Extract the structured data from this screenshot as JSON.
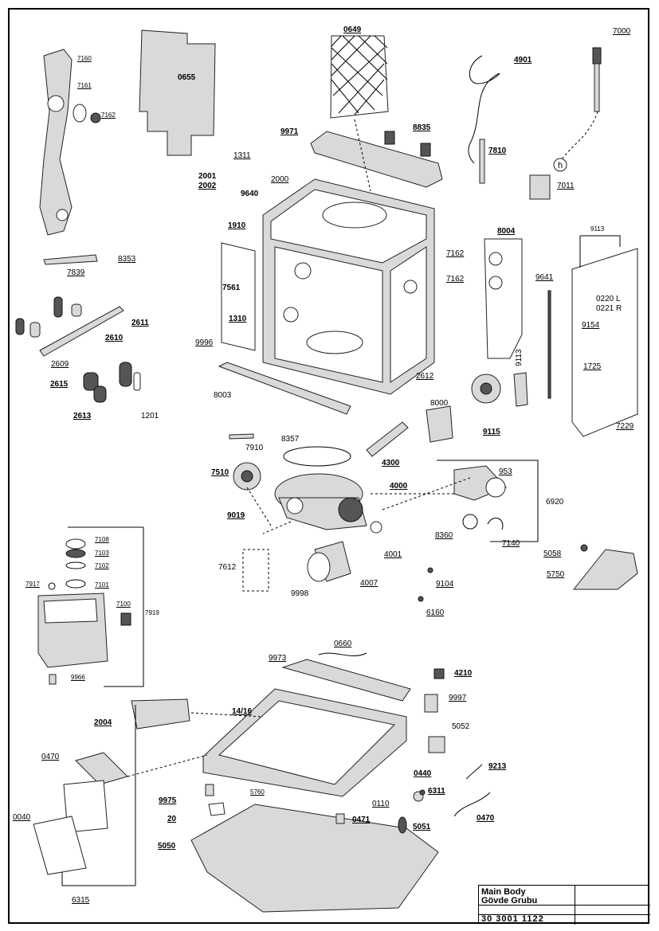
{
  "title_block": {
    "title_en": "Main Body",
    "title_tr": "Gövde Grubu",
    "doc_number": "30 3001 1122"
  },
  "callouts": [
    "7160",
    "7161",
    "7162",
    "0655",
    "0649",
    "4901",
    "7000",
    "9971",
    "8835",
    "7810",
    "1311",
    "2000",
    "2001",
    "2002",
    "9640",
    "1910",
    "7011",
    "8004",
    "9113",
    "8353",
    "7839",
    "7162",
    "7162",
    "9641",
    "0220 L",
    "0221 R",
    "2611",
    "2610",
    "1310",
    "9154",
    "7561",
    "9996",
    "2612",
    "2609",
    "2615",
    "2613",
    "1201",
    "8003",
    "9113",
    "1725",
    "8000",
    "9115",
    "7229",
    "7910",
    "8357",
    "4300",
    "7510",
    "4000",
    "953",
    "6920",
    "9019",
    "8360",
    "7140",
    "7108",
    "7103",
    "7102",
    "7101",
    "7917",
    "4001",
    "5058",
    "7612",
    "9998",
    "4007",
    "5750",
    "7100",
    "7919",
    "9104",
    "6160",
    "9966",
    "0660",
    "9973",
    "4210",
    "9997",
    "2004",
    "14/16",
    "5052",
    "0470",
    "0440",
    "9213",
    "6311",
    "5760",
    "9975",
    "20",
    "0110",
    "0471",
    "0470",
    "5051",
    "0040",
    "5050",
    "6315"
  ],
  "icons": {
    "hinge_marker": "h-circle-icon"
  }
}
